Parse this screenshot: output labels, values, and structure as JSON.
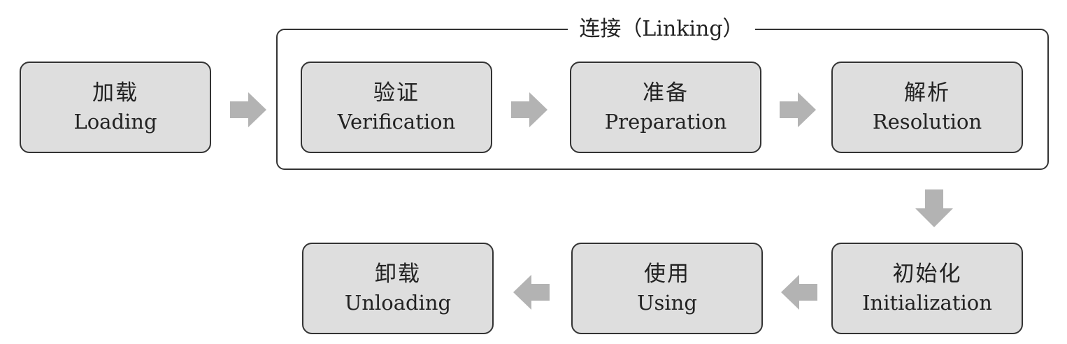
{
  "group": {
    "title": "连接（Linking）"
  },
  "stages": {
    "loading": {
      "zh": "加载",
      "en": "Loading"
    },
    "verification": {
      "zh": "验证",
      "en": "Verification"
    },
    "preparation": {
      "zh": "准备",
      "en": "Preparation"
    },
    "resolution": {
      "zh": "解析",
      "en": "Resolution"
    },
    "initialization": {
      "zh": "初始化",
      "en": "Initialization"
    },
    "using": {
      "zh": "使用",
      "en": "Using"
    },
    "unloading": {
      "zh": "卸载",
      "en": "Unloading"
    }
  },
  "colors": {
    "box_fill": "#dedede",
    "border": "#333333",
    "arrow": "#b3b3b3",
    "text": "#222222"
  },
  "icons": {
    "flow_arrow": "block-arrow-icon"
  }
}
